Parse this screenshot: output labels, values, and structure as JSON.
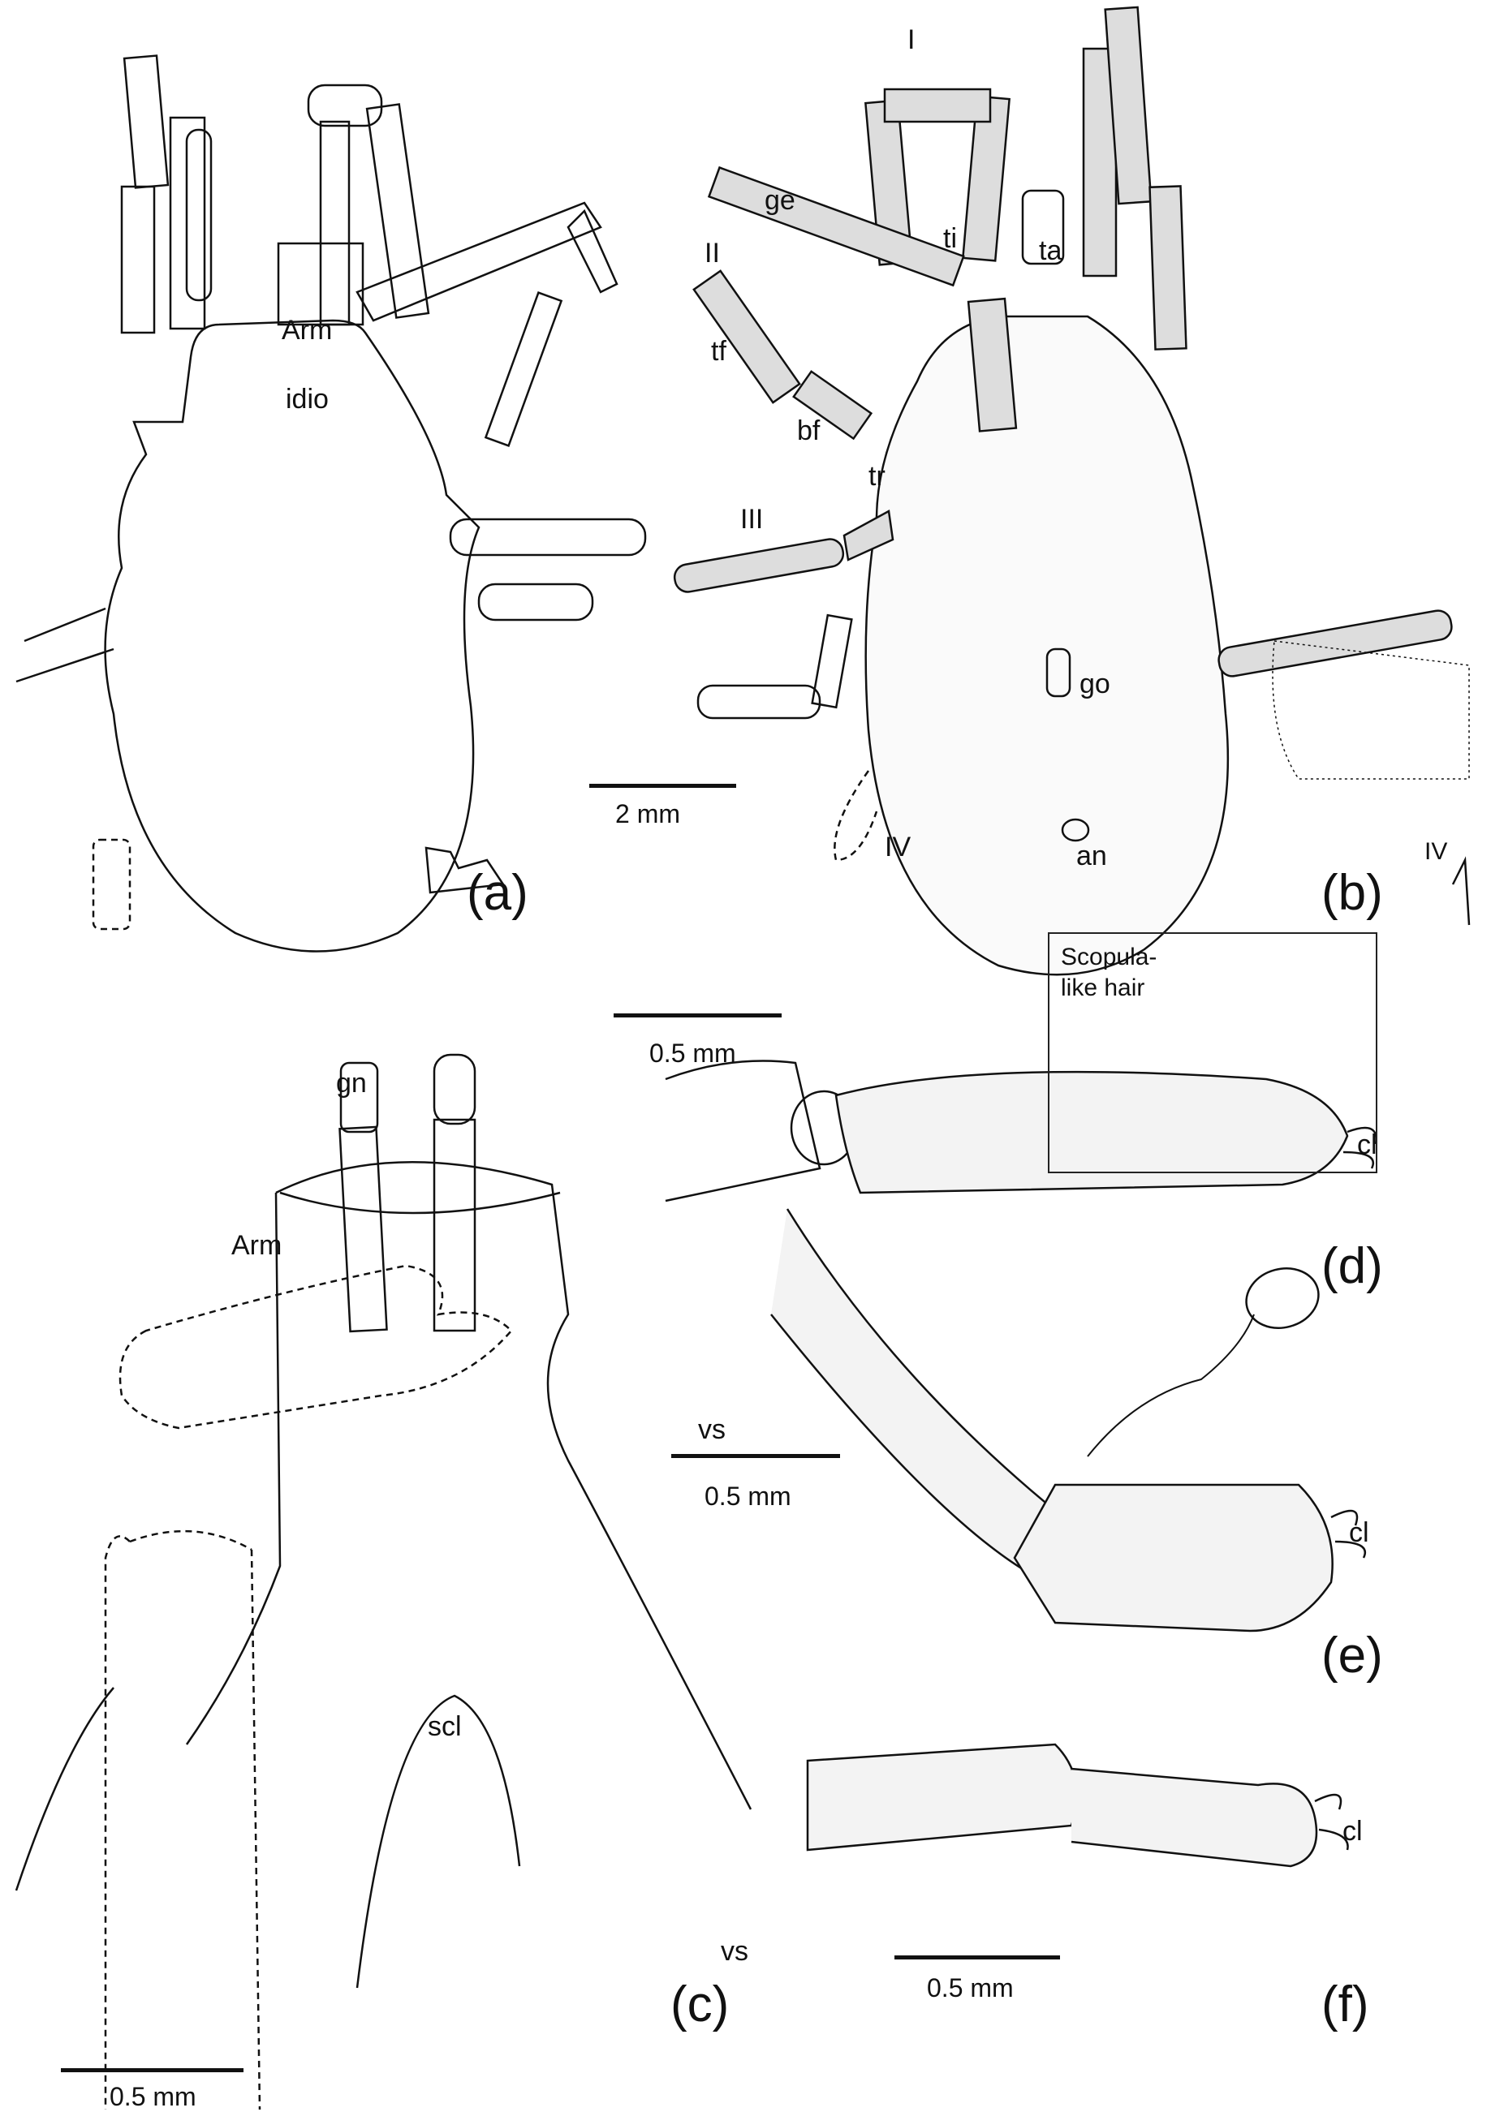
{
  "panels": {
    "a": {
      "tag": "(a)",
      "labels": {
        "arm": "Arm",
        "idio": "idio"
      },
      "scale": "2 mm"
    },
    "b": {
      "tag": "(b)",
      "labels": {
        "leg_I": "I",
        "ge": "ge",
        "leg_II": "II",
        "ti": "ti",
        "ta": "ta",
        "tf": "tf",
        "bf": "bf",
        "tr": "tr",
        "leg_III": "III",
        "go": "go",
        "leg_IV": "IV",
        "an": "an",
        "leg_IV_detail": "IV"
      }
    },
    "c": {
      "tag": "(c)",
      "labels": {
        "gn": "gn",
        "arm": "Arm",
        "scl": "scl"
      },
      "scale": "0.5 mm"
    },
    "d": {
      "tag": "(d)",
      "labels": {
        "cl": "cl"
      },
      "scale": "0.5 mm"
    },
    "e": {
      "tag": "(e)",
      "labels": {
        "vs": "vs",
        "cl": "cl"
      },
      "scale": "0.5 mm",
      "inset": {
        "line1": "Scopula-",
        "line2": "like hair"
      }
    },
    "f": {
      "tag": "(f)",
      "labels": {
        "cl": "cl",
        "vs": "vs"
      },
      "scale": "0.5 mm"
    }
  }
}
